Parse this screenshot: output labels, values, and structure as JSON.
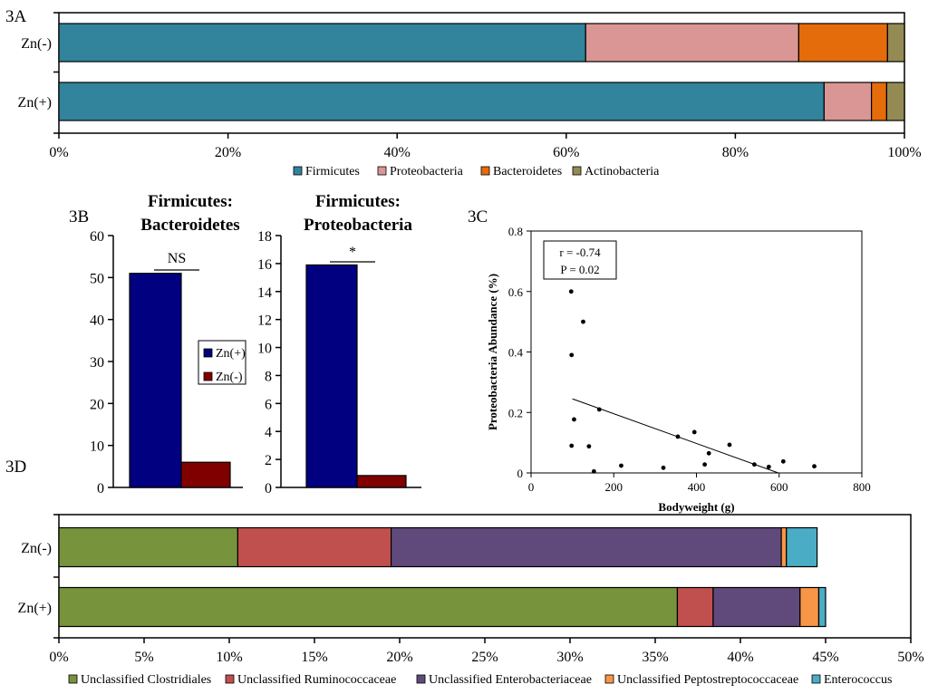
{
  "chart_data": [
    {
      "panel": "3A",
      "type": "bar",
      "orientation": "horizontal",
      "stacked": true,
      "categories": [
        "Zn(-)",
        "Zn(+)"
      ],
      "series": [
        {
          "name": "Firmicutes",
          "color": "#31849B",
          "values": [
            62.3,
            90.5
          ]
        },
        {
          "name": "Proteobacteria",
          "color": "#DA9694",
          "values": [
            25.2,
            5.6
          ]
        },
        {
          "name": "Bacteroidetes",
          "color": "#E46C0A",
          "values": [
            10.5,
            1.8
          ]
        },
        {
          "name": "Actinobacteria",
          "color": "#948A54",
          "values": [
            2.0,
            2.1
          ]
        }
      ],
      "xlim": [
        0,
        100
      ],
      "xticks": [
        "0%",
        "20%",
        "40%",
        "60%",
        "80%",
        "100%"
      ],
      "legend": "bottom"
    },
    {
      "panel": "3B",
      "type": "bar",
      "title": "Firmicutes: Bacteroidetes",
      "title_lines": [
        "Firmicutes:",
        "Bacteroidetes"
      ],
      "categories": [
        "Zn(+)",
        "Zn(-)"
      ],
      "series": [
        {
          "name": "Zn(+)",
          "color": "#000080",
          "values": [
            51
          ]
        },
        {
          "name": "Zn(-)",
          "color": "#800000",
          "values": [
            6
          ]
        }
      ],
      "ylim": [
        0,
        60
      ],
      "yticks": [
        "0",
        "10",
        "20",
        "30",
        "40",
        "50",
        "60"
      ],
      "annotation": "NS",
      "legend": "right"
    },
    {
      "panel": "3B",
      "type": "bar",
      "title": "Firmicutes: Proteobacteria",
      "title_lines": [
        "Firmicutes:",
        "Proteobacteria"
      ],
      "categories": [
        "Zn(+)",
        "Zn(-)"
      ],
      "series": [
        {
          "name": "Zn(+)",
          "color": "#000080",
          "values": [
            15.9
          ]
        },
        {
          "name": "Zn(-)",
          "color": "#800000",
          "values": [
            0.85
          ]
        }
      ],
      "ylim": [
        0,
        18
      ],
      "yticks": [
        "0",
        "2",
        "4",
        "6",
        "8",
        "10",
        "12",
        "14",
        "16",
        "18"
      ],
      "annotation": "*"
    },
    {
      "panel": "3C",
      "type": "scatter",
      "xlabel": "Bodyweight (g)",
      "ylabel": "Proteobacteria Abundance (%)",
      "xlim": [
        0,
        800
      ],
      "ylim": [
        0,
        0.8
      ],
      "xticks": [
        "0",
        "200",
        "400",
        "600",
        "800"
      ],
      "yticks": [
        "0",
        "0.2",
        "0.4",
        "0.6",
        "0.8"
      ],
      "points": [
        {
          "x": 97,
          "y": 0.6
        },
        {
          "x": 126,
          "y": 0.5
        },
        {
          "x": 98,
          "y": 0.39
        },
        {
          "x": 104,
          "y": 0.177
        },
        {
          "x": 165,
          "y": 0.21
        },
        {
          "x": 98,
          "y": 0.09
        },
        {
          "x": 140,
          "y": 0.088
        },
        {
          "x": 152,
          "y": 0.005
        },
        {
          "x": 218,
          "y": 0.024
        },
        {
          "x": 320,
          "y": 0.017
        },
        {
          "x": 355,
          "y": 0.12
        },
        {
          "x": 395,
          "y": 0.135
        },
        {
          "x": 420,
          "y": 0.028
        },
        {
          "x": 430,
          "y": 0.065
        },
        {
          "x": 480,
          "y": 0.093
        },
        {
          "x": 540,
          "y": 0.028
        },
        {
          "x": 575,
          "y": 0.02
        },
        {
          "x": 610,
          "y": 0.038
        },
        {
          "x": 685,
          "y": 0.022
        }
      ],
      "trendline": {
        "x": [
          100,
          598
        ],
        "y": [
          0.245,
          0.0
        ]
      },
      "annotation_lines": [
        "r = -0.74",
        "P = 0.02"
      ]
    },
    {
      "panel": "3D",
      "type": "bar",
      "orientation": "horizontal",
      "stacked": true,
      "categories": [
        "Zn(-)",
        "Zn(+)"
      ],
      "series": [
        {
          "name": "Unclassified Clostridiales",
          "color": "#77933C",
          "values": [
            10.5,
            36.3
          ]
        },
        {
          "name": "Unclassified Ruminococcaceae",
          "color": "#C0504D",
          "values": [
            9.0,
            2.1
          ]
        },
        {
          "name": "Unclassified Enterobacteriaceae",
          "color": "#604A7B",
          "values": [
            22.9,
            5.1
          ]
        },
        {
          "name": "Unclassified Peptostreptococcaceae",
          "color": "#F79646",
          "values": [
            0.3,
            1.1
          ]
        },
        {
          "name": "Enterococcus",
          "color": "#4BACC6",
          "values": [
            1.8,
            0.4
          ]
        }
      ],
      "xlim": [
        0,
        50
      ],
      "xticks": [
        "0%",
        "5%",
        "10%",
        "15%",
        "20%",
        "25%",
        "30%",
        "35%",
        "40%",
        "45%",
        "50%"
      ],
      "legend": "bottom"
    }
  ],
  "panel_labels": {
    "a": "3A",
    "b": "3B",
    "c": "3C",
    "d": "3D"
  }
}
